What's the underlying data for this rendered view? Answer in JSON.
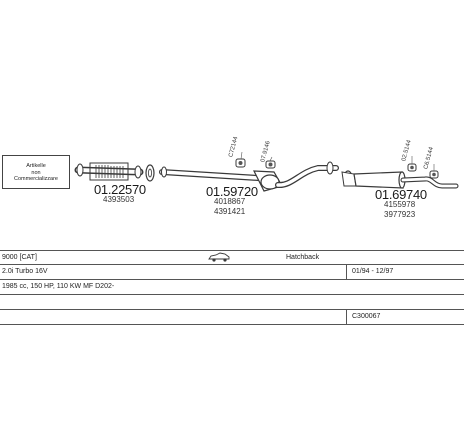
{
  "notice": {
    "line1": "Artikelle",
    "line2": "non",
    "line3": "Commercializzare"
  },
  "parts": [
    {
      "code": "01.22570",
      "sub": [
        "4393503"
      ]
    },
    {
      "code": "01.59720",
      "sub": [
        "4018867",
        "4391421"
      ]
    },
    {
      "code": "01.69740",
      "sub": [
        "4155978",
        "3977923"
      ]
    }
  ],
  "tags": [
    "C72144",
    "07.9146",
    "02.5144",
    "C6.5144"
  ],
  "vehicle": {
    "model": "9000 [CAT]",
    "body": "Hatchback",
    "engine": "2.0i Turbo 16V",
    "years": "01/94 - 12/97",
    "spec": "1985 cc, 150 HP, 110 KW MF D202-",
    "ref": "C300067"
  },
  "colors": {
    "line": "#3a3a3a",
    "fill": "#555555"
  }
}
